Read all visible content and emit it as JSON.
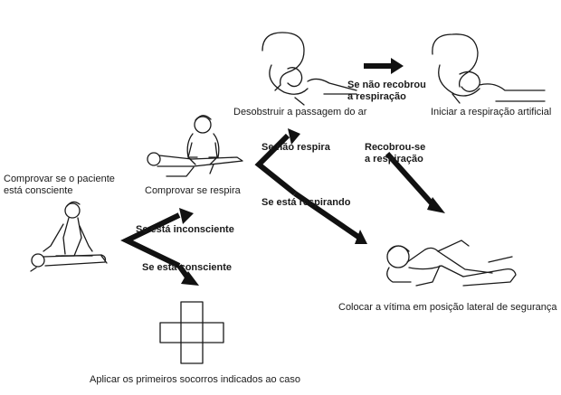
{
  "steps": {
    "check_conscious": "Comprovar se o paciente\nestá consciente",
    "check_breathing": "Comprovar se respira",
    "clear_airway": "Desobstruir a passagem do ar",
    "artificial_respiration": "Iniciar a respiração artificial",
    "recovery_position": "Colocar a vítima em posição lateral de segurança",
    "first_aid": "Aplicar os primeiros socorros indicados ao caso"
  },
  "conditions": {
    "unconscious": "Se está inconsciente",
    "conscious": "Se está consciente",
    "not_breathing": "Se não respira",
    "breathing": "Se está respirando",
    "not_recovered": "Se não recobrou\na respiração",
    "recovered": "Recobrou-se\na respiração"
  },
  "colors": {
    "arrow": "#111111",
    "cross": "#bdbdbd"
  },
  "icons": [
    "person-checking-patient-icon",
    "rescuer-checking-breathing-icon",
    "airway-clearing-icon",
    "mouth-to-mouth-icon",
    "recovery-position-icon",
    "first-aid-cross-icon"
  ]
}
